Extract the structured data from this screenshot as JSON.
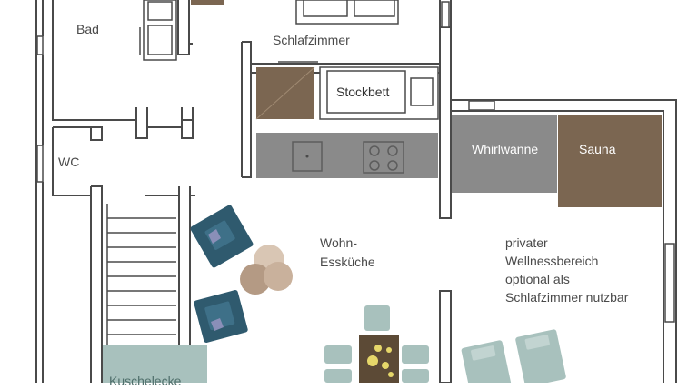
{
  "rooms": {
    "bad": "Bad",
    "wc": "WC",
    "schlafzimmer": "Schlafzimmer",
    "wohn_line1": "Wohn-",
    "wohn_line2": "Essküche",
    "kuschelecke": "Kuschelecke"
  },
  "fixtures": {
    "stockbett": "Stockbett",
    "whirlwanne": "Whirlwanne",
    "sauna": "Sauna"
  },
  "wellness_note": [
    "privater",
    "Wellnessbereich",
    "optional als",
    "Schlafzimmer nutzbar"
  ],
  "colors": {
    "wall": "#4a4a4a",
    "sauna": "#7b6651",
    "whirlwanne": "#8a8a8a",
    "kitchen": "#8a8a8a",
    "armchair": "#2f5a6e",
    "sunbed": "#a8c1bd",
    "table": "#5c4a36",
    "kuschelecke": "#a8c1bd"
  }
}
